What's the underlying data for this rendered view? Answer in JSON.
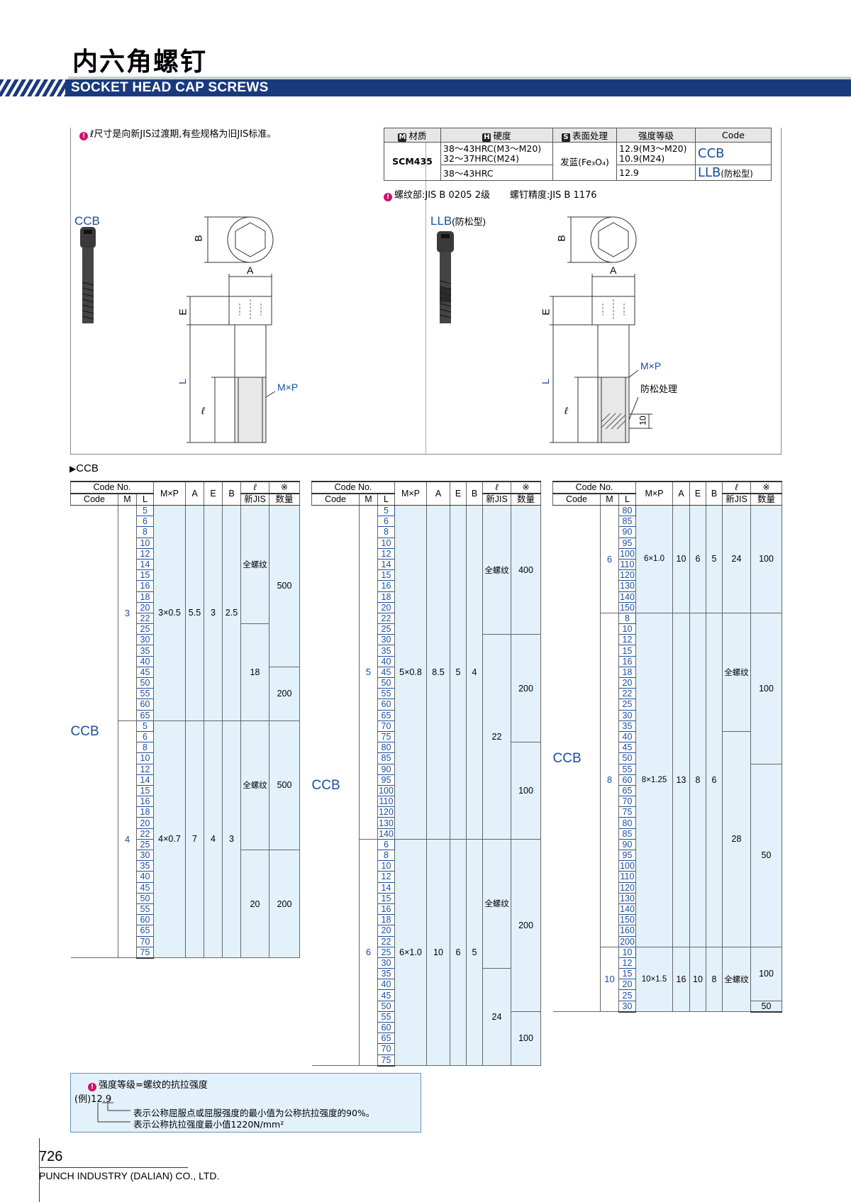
{
  "header": {
    "title_zh": "内六角螺钉",
    "title_en": "SOCKET HEAD CAP SCREWS"
  },
  "note_top": "ℓ尺寸是向新JIS过渡期,有些规格为旧JIS标准。",
  "material_table": {
    "headers": {
      "material": "材质",
      "hardness": "硬度",
      "surface": "表面处理",
      "grade": "强度等级",
      "code": "Code"
    },
    "header_icons": {
      "material": "M",
      "hardness": "H",
      "surface": "S"
    },
    "material": "SCM435",
    "hardness_1a": "38～43HRC(M3～M20)",
    "hardness_1b": "32～37HRC(M24)",
    "hardness_2": "38～43HRC",
    "surface": "发蓝(Fe₃O₄)",
    "grade_1a": "12.9(M3～M20)",
    "grade_1b": "10.9(M24)",
    "grade_2": "12.9",
    "code_1": "CCB",
    "code_2": "LLB",
    "code_2_note": "(防松型)"
  },
  "note_thread": "螺纹部:JIS B 0205 2级",
  "note_precision": "螺钉精度:JIS B 1176",
  "diagram": {
    "left_label": "CCB",
    "right_label": "LLB",
    "right_label_note": "(防松型)",
    "dim_A": "A",
    "dim_B": "B",
    "dim_E": "E",
    "dim_L": "L",
    "dim_l": "ℓ",
    "dim_MP": "M×P",
    "anti_loose": "防松处理",
    "dim_10": "10"
  },
  "section_label": "CCB",
  "table_headers": {
    "code_no": "Code No.",
    "code": "Code",
    "m": "M",
    "l": "L",
    "mxp": "M×P",
    "a": "A",
    "e": "E",
    "b": "B",
    "ell": "ℓ",
    "newjis": "新JIS",
    "qty_mark": "※",
    "qty": "数量"
  },
  "full_thread": "全螺纹",
  "table1": {
    "code": "CCB",
    "g1": {
      "m": "3",
      "mxp": "3×0.5",
      "a": "5.5",
      "e": "3",
      "b": "2.5",
      "l": [
        "5",
        "6",
        "8",
        "10",
        "12",
        "14",
        "15",
        "16",
        "18",
        "20",
        "22",
        "25",
        "30",
        "35",
        "40",
        "45",
        "50",
        "55",
        "60",
        "65"
      ],
      "ell_2": "18",
      "qty_1": "500",
      "qty_2": "200"
    },
    "g2": {
      "m": "4",
      "mxp": "4×0.7",
      "a": "7",
      "e": "4",
      "b": "3",
      "l": [
        "5",
        "6",
        "8",
        "10",
        "12",
        "14",
        "15",
        "16",
        "18",
        "20",
        "22",
        "25",
        "30",
        "35",
        "40",
        "45",
        "50",
        "55",
        "60",
        "65",
        "70",
        "75"
      ],
      "ell_2": "20",
      "qty_1": "500",
      "qty_2": "200"
    }
  },
  "table2": {
    "code": "CCB",
    "g1": {
      "m": "5",
      "mxp": "5×0.8",
      "a": "8.5",
      "e": "5",
      "b": "4",
      "l": [
        "5",
        "6",
        "8",
        "10",
        "12",
        "14",
        "15",
        "16",
        "18",
        "20",
        "22",
        "25",
        "30",
        "35",
        "40",
        "45",
        "50",
        "55",
        "60",
        "65",
        "70",
        "75",
        "80",
        "85",
        "90",
        "95",
        "100",
        "110",
        "120",
        "130",
        "140"
      ],
      "ell_2": "22",
      "qty_1": "400",
      "qty_2": "200",
      "qty_3": "100"
    },
    "g2": {
      "m": "6",
      "mxp": "6×1.0",
      "a": "10",
      "e": "6",
      "b": "5",
      "l": [
        "6",
        "8",
        "10",
        "12",
        "14",
        "15",
        "16",
        "18",
        "20",
        "22",
        "25",
        "30",
        "35",
        "40",
        "45",
        "50",
        "55",
        "60",
        "65",
        "70",
        "75"
      ],
      "ell_2": "24",
      "qty_1": "200",
      "qty_2": "100"
    }
  },
  "table3": {
    "code": "CCB",
    "g1": {
      "m": "6",
      "mxp": "6×1.0",
      "a": "10",
      "e": "6",
      "b": "5",
      "l": [
        "80",
        "85",
        "90",
        "95",
        "100",
        "110",
        "120",
        "130",
        "140",
        "150"
      ],
      "ell": "24",
      "qty": "100"
    },
    "g2": {
      "m": "8",
      "mxp": "8×1.25",
      "a": "13",
      "e": "8",
      "b": "6",
      "l": [
        "8",
        "10",
        "12",
        "15",
        "16",
        "18",
        "20",
        "22",
        "25",
        "30",
        "35",
        "40",
        "45",
        "50",
        "55",
        "60",
        "65",
        "70",
        "75",
        "80",
        "85",
        "90",
        "95",
        "100",
        "110",
        "120",
        "130",
        "140",
        "150",
        "160",
        "200"
      ],
      "ell_2": "28",
      "qty_1": "100",
      "qty_2": "50"
    },
    "g3": {
      "m": "10",
      "mxp": "10×1.5",
      "a": "16",
      "e": "10",
      "b": "8",
      "l": [
        "10",
        "12",
        "15",
        "20",
        "25",
        "30"
      ],
      "qty_1": "100",
      "qty_2": "50"
    }
  },
  "strength_note": {
    "title": "强度等级=螺纹的抗拉强度",
    "example": "(例)12.9",
    "line1": "表示公称屈服点或屈服强度的最小值为公称抗拉强度的90%。",
    "line2": "表示公称抗拉强度最小值1220N/mm²"
  },
  "footer": {
    "page": "726",
    "company": "PUNCH INDUSTRY (DALIAN) CO., LTD."
  }
}
